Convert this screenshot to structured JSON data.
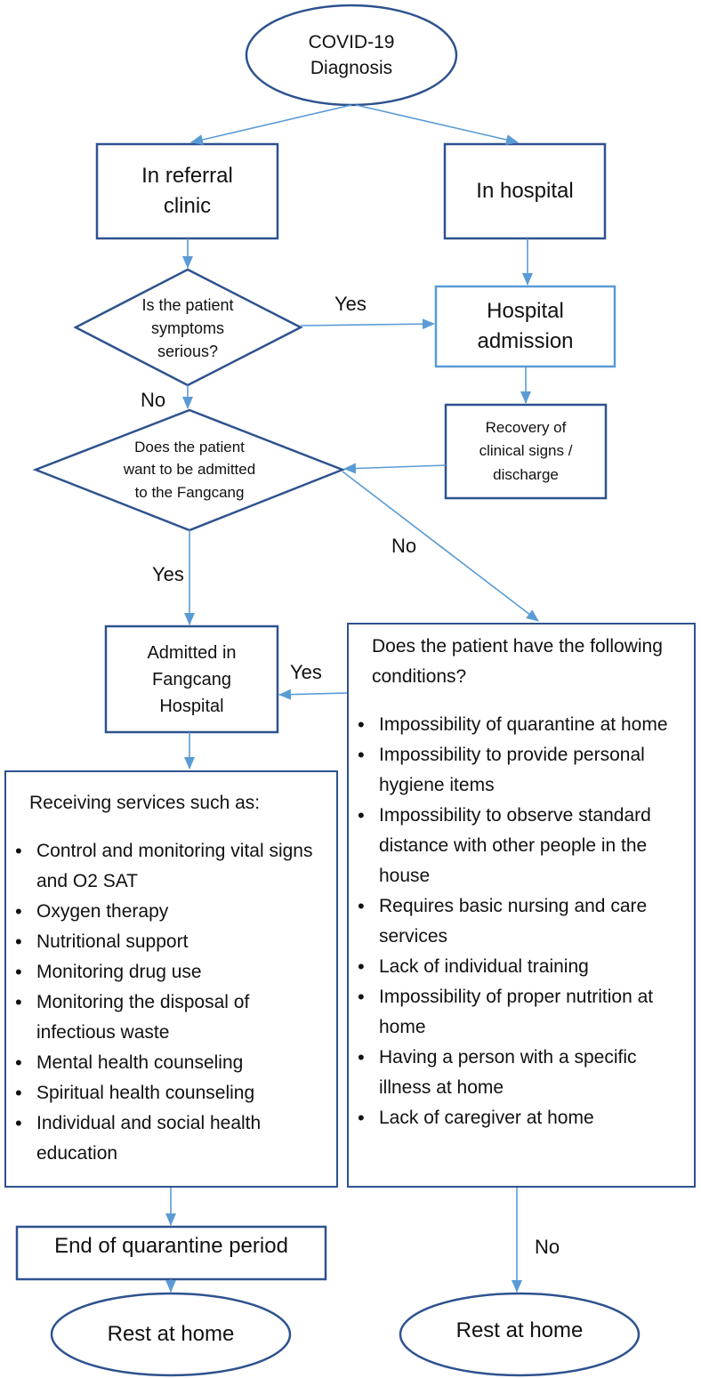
{
  "nodes": {
    "diagnosis": [
      "COVID-19",
      "Diagnosis"
    ],
    "referral_clinic": [
      "In referral",
      "clinic"
    ],
    "in_hospital": [
      "In hospital"
    ],
    "serious_question": [
      "Is the patient",
      "symptoms",
      "serious?"
    ],
    "hospital_admission": [
      "Hospital",
      "admission"
    ],
    "fangcang_question": [
      "Does the patient",
      "want to be admitted",
      "to the Fangcang"
    ],
    "recovery": [
      "Recovery of",
      "clinical signs /",
      "discharge"
    ],
    "admitted_fangcang": [
      "Admitted in",
      "Fangcang",
      "Hospital"
    ],
    "end_quarantine": [
      "End of quarantine period"
    ],
    "rest_home_left": [
      "Rest at home"
    ],
    "rest_home_right": [
      "Rest at home"
    ]
  },
  "services_panel": {
    "title": "Receiving services such as:",
    "items": [
      "Control and monitoring vital signs and O2 SAT",
      "Oxygen therapy",
      "Nutritional support",
      "Monitoring drug use",
      "Monitoring the disposal of infectious waste",
      "Mental health counseling",
      "Spiritual health counseling",
      "Individual and social health education"
    ]
  },
  "conditions_panel": {
    "title": "Does the patient have the following conditions?",
    "items": [
      "Impossibility of quarantine at home",
      "Impossibility to provide personal hygiene items",
      "Impossibility to observe standard distance with other people in the house",
      "Requires basic nursing and care services",
      "Lack of individual training",
      "Impossibility of proper nutrition at home",
      "Having a person with a specific illness at home",
      "Lack of caregiver at home"
    ]
  },
  "edge_labels": {
    "serious_yes": "Yes",
    "serious_no": "No",
    "fangcang_yes": "Yes",
    "fangcang_no": "No",
    "conditions_yes": "Yes",
    "conditions_no": "No"
  },
  "colors": {
    "border": "#2e528f",
    "border_light": "#5b9bd5",
    "arrow": "#5b9bd5"
  }
}
